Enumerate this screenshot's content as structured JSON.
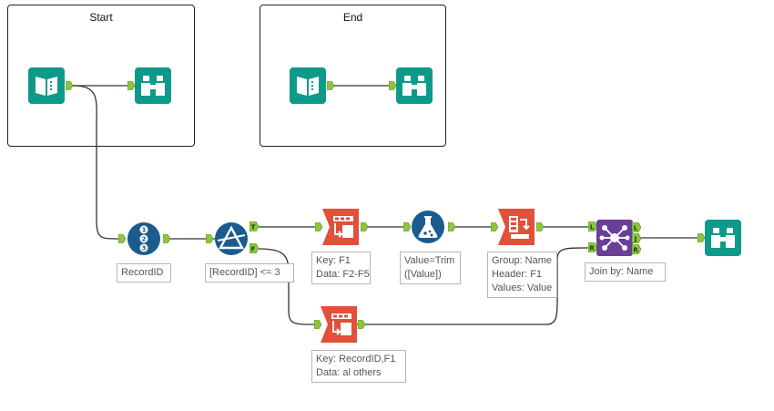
{
  "containers": {
    "start": {
      "title": "Start"
    },
    "end": {
      "title": "End"
    }
  },
  "annotations": {
    "record_id": "RecordID",
    "filter": "[RecordID] <= 3",
    "crosstab_top_line1": "Key: F1",
    "crosstab_top_line2": "Data: F2-F5",
    "formula_line1": "Value=Trim",
    "formula_line2": "([Value])",
    "crosstab2_line1": "Group: Name",
    "crosstab2_line2": "Header: F1",
    "crosstab2_line3": "Values: Value",
    "join": "Join by: Name",
    "crosstab_bottom_line1": "Key: RecordID,F1",
    "crosstab_bottom_line2": "Data: al others"
  },
  "ports": {
    "filter_true": "T",
    "filter_false": "F",
    "join_left_in": "L",
    "join_right_in": "R",
    "join_left_out": "L",
    "join_join_out": "J",
    "join_right_out": "R"
  },
  "colors": {
    "input_teal": "#0e9a8b",
    "browse_teal": "#0e9a8b",
    "preparation_blue": "#1b5b8e",
    "transform_orange": "#e0503a",
    "join_purple": "#6b3e98",
    "anchor_green": "#8cc63f",
    "wire": "#333333"
  },
  "icons": {
    "input": "book-input-icon",
    "browse": "binoculars-browse-icon",
    "record_id": "record-id-123-icon",
    "filter": "filter-triangle-icon",
    "crosstab": "crosstab-transpose-icon",
    "formula": "formula-flask-icon",
    "join": "join-network-icon"
  }
}
